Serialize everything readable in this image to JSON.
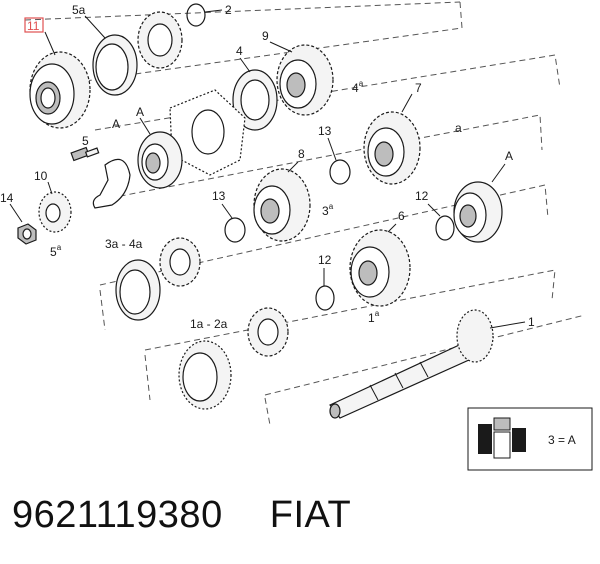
{
  "labels": {
    "l11": "11",
    "l5a": "5a",
    "l2": "2",
    "l4": "4",
    "l9": "9",
    "l4a_main": "4",
    "l4a_sup": "a",
    "l7": "7",
    "la": "a",
    "lA1": "A",
    "lA2": "A",
    "lA3": "A",
    "l5": "5",
    "l13a": "13",
    "l8": "8",
    "l10": "10",
    "l14": "14",
    "l5a2_main": "5",
    "l5a2_sup": "a",
    "l13b": "13",
    "l3a_main": "3",
    "l3a_sup": "a",
    "l12a": "12",
    "l6": "6",
    "l3a4a": "3a - 4a",
    "l12b": "12",
    "l1a_main": "1",
    "l1a_sup": "a",
    "l1a2a": "1a - 2a",
    "l1": "1"
  },
  "legend": {
    "text": "3 = A"
  },
  "footer": {
    "part_number": "9621119380",
    "brand": "FIAT"
  },
  "colors": {
    "ink": "#1a1a1a",
    "highlight_box": "#e05050",
    "part_fill": "#f4f4f4",
    "shade": "#bdbdbd"
  }
}
